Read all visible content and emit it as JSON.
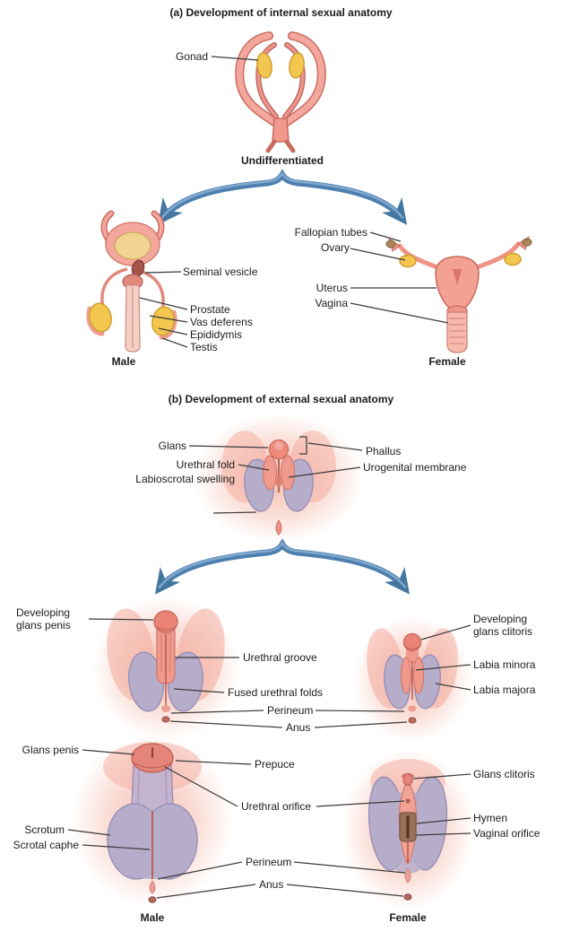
{
  "section_a": {
    "title": "(a) Development of internal sexual anatomy",
    "labels": {
      "gonad": "Gonad",
      "undifferentiated": "Undifferentiated",
      "seminal_vesicle": "Seminal vesicle",
      "prostate": "Prostate",
      "vas_deferens": "Vas deferens",
      "epididymis": "Epididymis",
      "testis": "Testis",
      "male": "Male",
      "fallopian_tubes": "Fallopian tubes",
      "ovary": "Ovary",
      "uterus": "Uterus",
      "vagina": "Vagina",
      "female": "Female"
    }
  },
  "section_b": {
    "title": "(b) Development of external sexual anatomy",
    "labels": {
      "glans": "Glans",
      "urethral_fold": "Urethral fold",
      "labioscrotal_swelling": "Labioscrotal swelling",
      "phallus": "Phallus",
      "urogenital_membrane": "Urogenital membrane",
      "developing_glans_penis": "Developing\nglans penis",
      "urethral_groove": "Urethral groove",
      "fused_urethral_folds": "Fused urethral folds",
      "perineum_developing": "Perineum",
      "anus_developing": "Anus",
      "developing_glans_clitoris": "Developing\nglans clitoris",
      "labia_minora": "Labia minora",
      "labia_majora": "Labia majora",
      "glans_penis": "Glans penis",
      "prepuce": "Prepuce",
      "urethral_orifice": "Urethral orifice",
      "scrotum": "Scrotum",
      "scrotal_raphe": "Scrotal caphe",
      "perineum_adult": "Perineum",
      "anus_adult": "Anus",
      "glans_clitoris": "Glans clitoris",
      "hymen": "Hymen",
      "vaginal_orifice": "Vaginal orifice",
      "male": "Male",
      "female": "Female"
    }
  },
  "colors": {
    "background": "#ffffff",
    "skin_pink": "#f4a79d",
    "skin_outline": "#c96b5f",
    "gonad_yellow": "#f3c64f",
    "swelling_purple": "#b5adca",
    "arrow_blue": "#4d7fae",
    "leader_line": "#3b3b3b",
    "text": "#1c1c1c"
  }
}
